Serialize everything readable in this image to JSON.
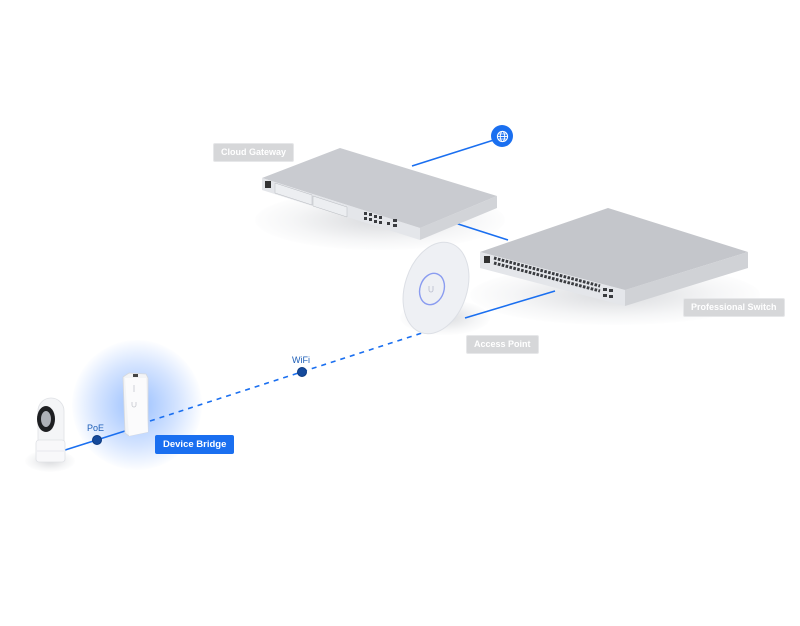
{
  "diagram": {
    "nodes": {
      "internet": {
        "icon": "globe-icon"
      },
      "cloud_gateway": {
        "label": "Cloud Gateway"
      },
      "professional_switch": {
        "label": "Professional Switch"
      },
      "access_point": {
        "label": "Access Point"
      },
      "device_bridge": {
        "label": "Device Bridge"
      },
      "camera": {
        "icon": "camera-icon"
      }
    },
    "links": {
      "wifi": {
        "label": "WiFi",
        "style": "dashed"
      },
      "poe": {
        "label": "PoE",
        "style": "solid"
      }
    },
    "colors": {
      "link": "#1a6ff0",
      "highlight_label": "#1a6ff0",
      "muted_label": "#d6d7d9",
      "globe": "#1a6ff0"
    }
  }
}
